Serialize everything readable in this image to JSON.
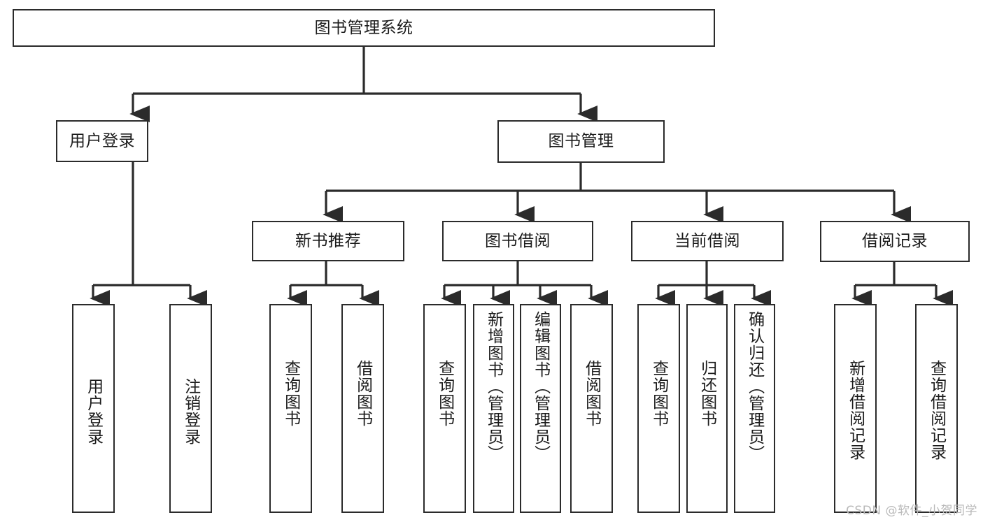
{
  "diagram": {
    "title": "图书管理系统",
    "type": "hierarchy-tree",
    "watermark": "CSDN @软件_小贺同学",
    "colors": {
      "background": "#ffffff",
      "box_border": "#2b2b2b",
      "box_fill": "#ffffff",
      "edge": "#2b2b2b",
      "text": "#1b1b1b",
      "watermark": "#b9b9b9"
    },
    "nodes": {
      "root": {
        "label": "图书管理系统",
        "level": 0
      },
      "level1": [
        {
          "id": "user-login",
          "label": "用户登录"
        },
        {
          "id": "book-manage",
          "label": "图书管理"
        }
      ],
      "level2": [
        {
          "id": "new-book-recommend",
          "label": "新书推荐",
          "parent": "book-manage"
        },
        {
          "id": "book-borrow",
          "label": "图书借阅",
          "parent": "book-manage"
        },
        {
          "id": "current-borrow",
          "label": "当前借阅",
          "parent": "book-manage"
        },
        {
          "id": "borrow-record",
          "label": "借阅记录",
          "parent": "book-manage"
        }
      ],
      "leaves": [
        {
          "id": "leaf-user-login",
          "label": "用户登录",
          "parent": "user-login"
        },
        {
          "id": "leaf-logout",
          "label": "注销登录",
          "parent": "user-login"
        },
        {
          "id": "leaf-query-book-1",
          "label": "查询图书",
          "parent": "new-book-recommend"
        },
        {
          "id": "leaf-borrow-book-1",
          "label": "借阅图书",
          "parent": "new-book-recommend"
        },
        {
          "id": "leaf-query-book-2",
          "label": "查询图书",
          "parent": "book-borrow"
        },
        {
          "id": "leaf-add-book",
          "label": "新增图书（管理员）",
          "parent": "book-borrow"
        },
        {
          "id": "leaf-edit-book",
          "label": "编辑图书（管理员）",
          "parent": "book-borrow"
        },
        {
          "id": "leaf-borrow-book-2",
          "label": "借阅图书",
          "parent": "book-borrow"
        },
        {
          "id": "leaf-query-book-3",
          "label": "查询图书",
          "parent": "current-borrow"
        },
        {
          "id": "leaf-return-book",
          "label": "归还图书",
          "parent": "current-borrow"
        },
        {
          "id": "leaf-confirm-return",
          "label": "确认归还（管理员）",
          "parent": "current-borrow"
        },
        {
          "id": "leaf-add-record",
          "label": "新增借阅记录",
          "parent": "borrow-record"
        },
        {
          "id": "leaf-query-record",
          "label": "查询借阅记录",
          "parent": "borrow-record"
        }
      ]
    }
  }
}
